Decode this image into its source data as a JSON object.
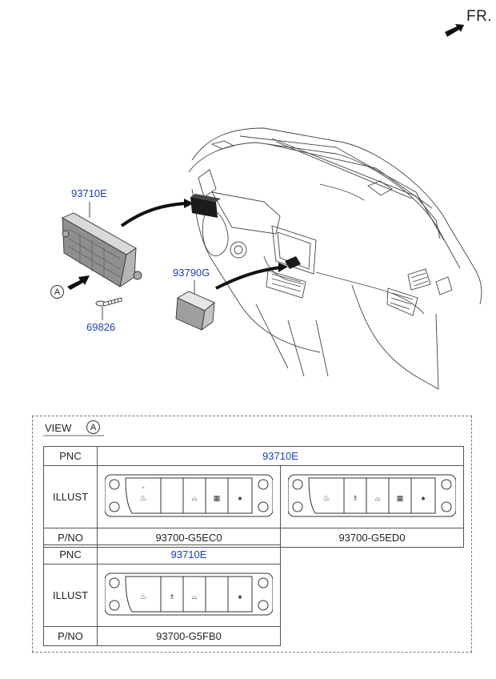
{
  "orientation": {
    "label": "FR."
  },
  "callouts": {
    "control_unit_pnc": "93710E",
    "switch_pnc": "93790G",
    "screw_pnc": "69826",
    "view_marker": "A"
  },
  "view_section": {
    "title": "VIEW",
    "marker": "A",
    "table1": {
      "pnc_header": "PNC",
      "pnc_value": "93710E",
      "illust_header": "ILLUST",
      "pno_header": "P/NO",
      "pno_values": [
        "93700-G5EC0",
        "93700-G5ED0"
      ]
    },
    "table2": {
      "pnc_header": "PNC",
      "pnc_value": "93710E",
      "illust_header": "ILLUST",
      "pno_header": "P/NO",
      "pno_value": "93700-G5FB0"
    }
  },
  "colors": {
    "part_number": "#1a3fc4",
    "line": "#333333",
    "dashed_border": "#777777"
  }
}
